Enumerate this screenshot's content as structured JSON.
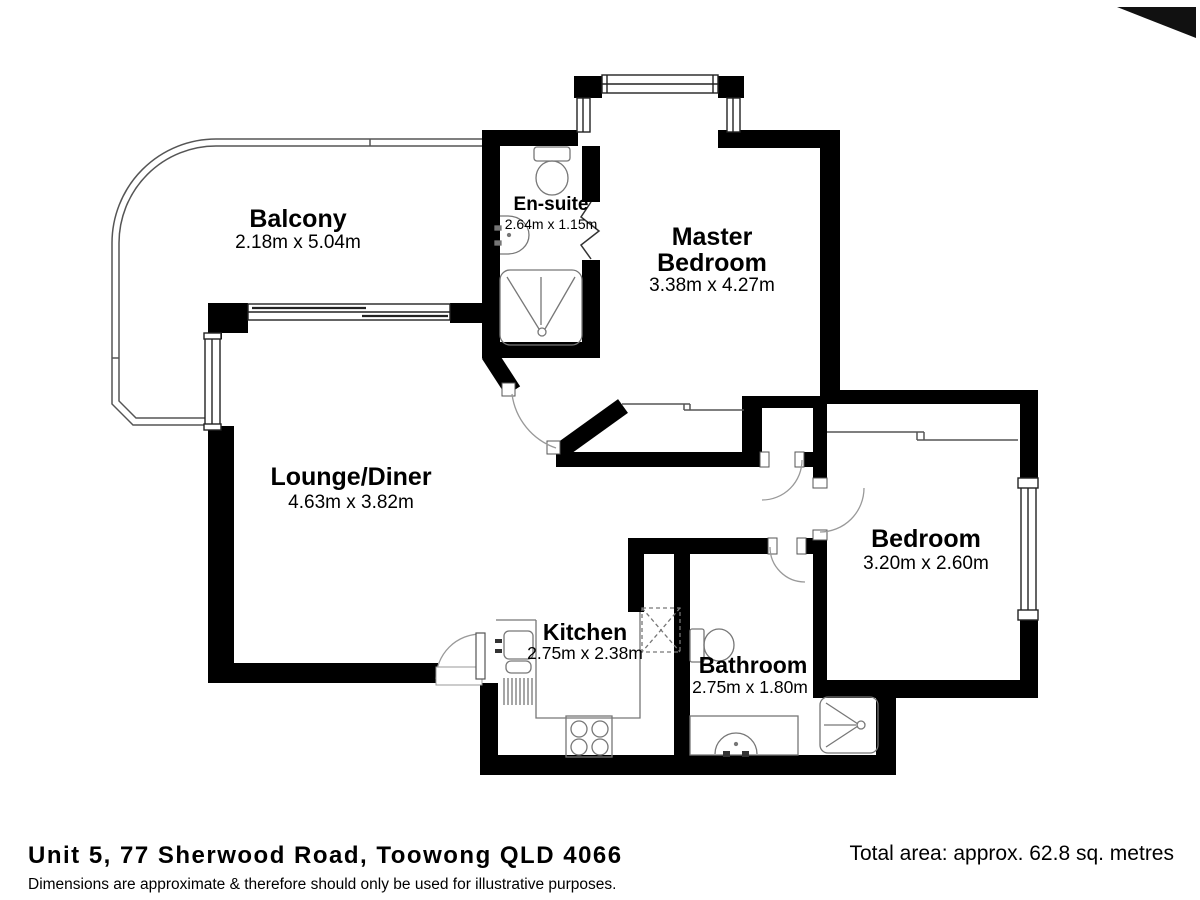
{
  "plan": {
    "rooms": {
      "balcony": {
        "name": "Balcony",
        "dims": "2.18m x 5.04m"
      },
      "ensuite": {
        "name": "En-suite",
        "dims": "2.64m x 1.15m"
      },
      "master": {
        "line1": "Master",
        "line2": "Bedroom",
        "dims": "3.38m x 4.27m"
      },
      "lounge": {
        "name": "Lounge/Diner",
        "dims": "4.63m x 3.82m"
      },
      "bedroom": {
        "name": "Bedroom",
        "dims": "3.20m x 2.60m"
      },
      "kitchen": {
        "name": "Kitchen",
        "dims": "2.75m x 2.38m"
      },
      "bathroom": {
        "name": "Bathroom",
        "dims": "2.75m x 1.80m"
      }
    },
    "colors": {
      "wall": "#000000",
      "background": "#ffffff",
      "fixture_line": "#777777",
      "disclaimer_text": "#555555"
    }
  },
  "footer": {
    "address": "Unit 5, 77 Sherwood Road, Toowong QLD 4066",
    "disclaimer": "Dimensions are approximate & therefore should only be used for illustrative purposes.",
    "total_area": "Total area: approx. 62.8 sq. metres"
  }
}
